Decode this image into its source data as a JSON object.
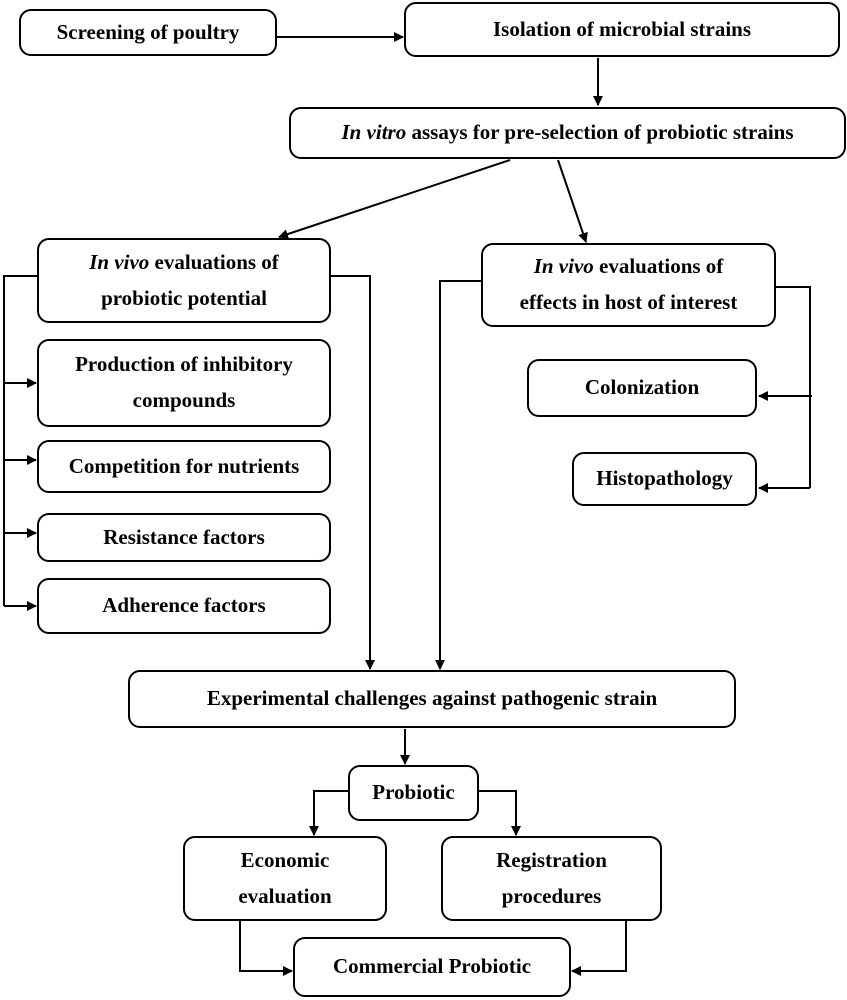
{
  "nodes": {
    "screening": {
      "text": "Screening of poultry"
    },
    "isolation": {
      "text": "Isolation of microbial strains"
    },
    "in_vitro": {
      "italic": "In vitro",
      "rest": " assays for pre-selection of probiotic strains"
    },
    "in_vivo_potential": {
      "line1_italic": "In vivo",
      "line1_rest": " evaluations of",
      "line2": "probiotic potential"
    },
    "in_vivo_host": {
      "line1_italic": "In vivo",
      "line1_rest": " evaluations of",
      "line2": "effects in host of interest"
    },
    "inhibitory": {
      "line1": "Production of inhibitory",
      "line2": "compounds"
    },
    "competition": {
      "text": "Competition for nutrients"
    },
    "resistance": {
      "text": "Resistance factors"
    },
    "adherence": {
      "text": "Adherence factors"
    },
    "colonization": {
      "text": "Colonization"
    },
    "histopathology": {
      "text": "Histopathology"
    },
    "challenges": {
      "text": "Experimental challenges against pathogenic strain"
    },
    "probiotic": {
      "text": "Probiotic"
    },
    "economic": {
      "line1": "Economic",
      "line2": "evaluation"
    },
    "registration": {
      "line1": "Registration",
      "line2": "procedures"
    },
    "commercial": {
      "text": "Commercial Probiotic"
    }
  }
}
